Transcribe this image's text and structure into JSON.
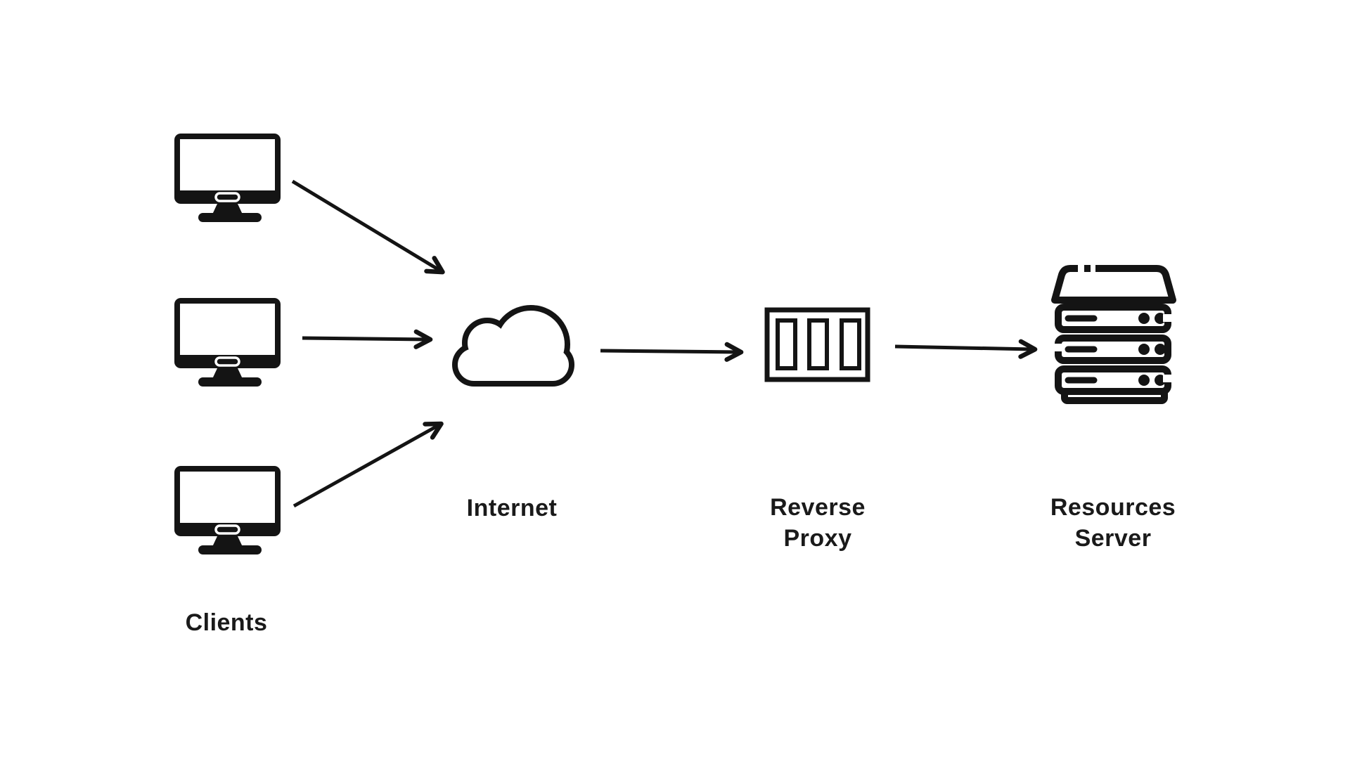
{
  "canvas": {
    "background": "#ffffff",
    "ink": "#141414",
    "text_color": "#1a1a1a"
  },
  "diagram": {
    "nodes": {
      "clients": {
        "label": "Clients",
        "icon": "desktop-monitor-icon",
        "instances": 3
      },
      "internet": {
        "label": "Internet",
        "icon": "cloud-icon"
      },
      "reverse_proxy": {
        "label_line1": "Reverse",
        "label_line2": "Proxy",
        "icon": "reverse-proxy-panel-icon"
      },
      "resources_server": {
        "label_line1": "Resources",
        "label_line2": "Server",
        "icon": "server-rack-icon"
      }
    },
    "edges": [
      {
        "from": "client-1",
        "to": "internet"
      },
      {
        "from": "client-2",
        "to": "internet"
      },
      {
        "from": "client-3",
        "to": "internet"
      },
      {
        "from": "internet",
        "to": "reverse-proxy"
      },
      {
        "from": "reverse-proxy",
        "to": "resources-server"
      }
    ]
  }
}
